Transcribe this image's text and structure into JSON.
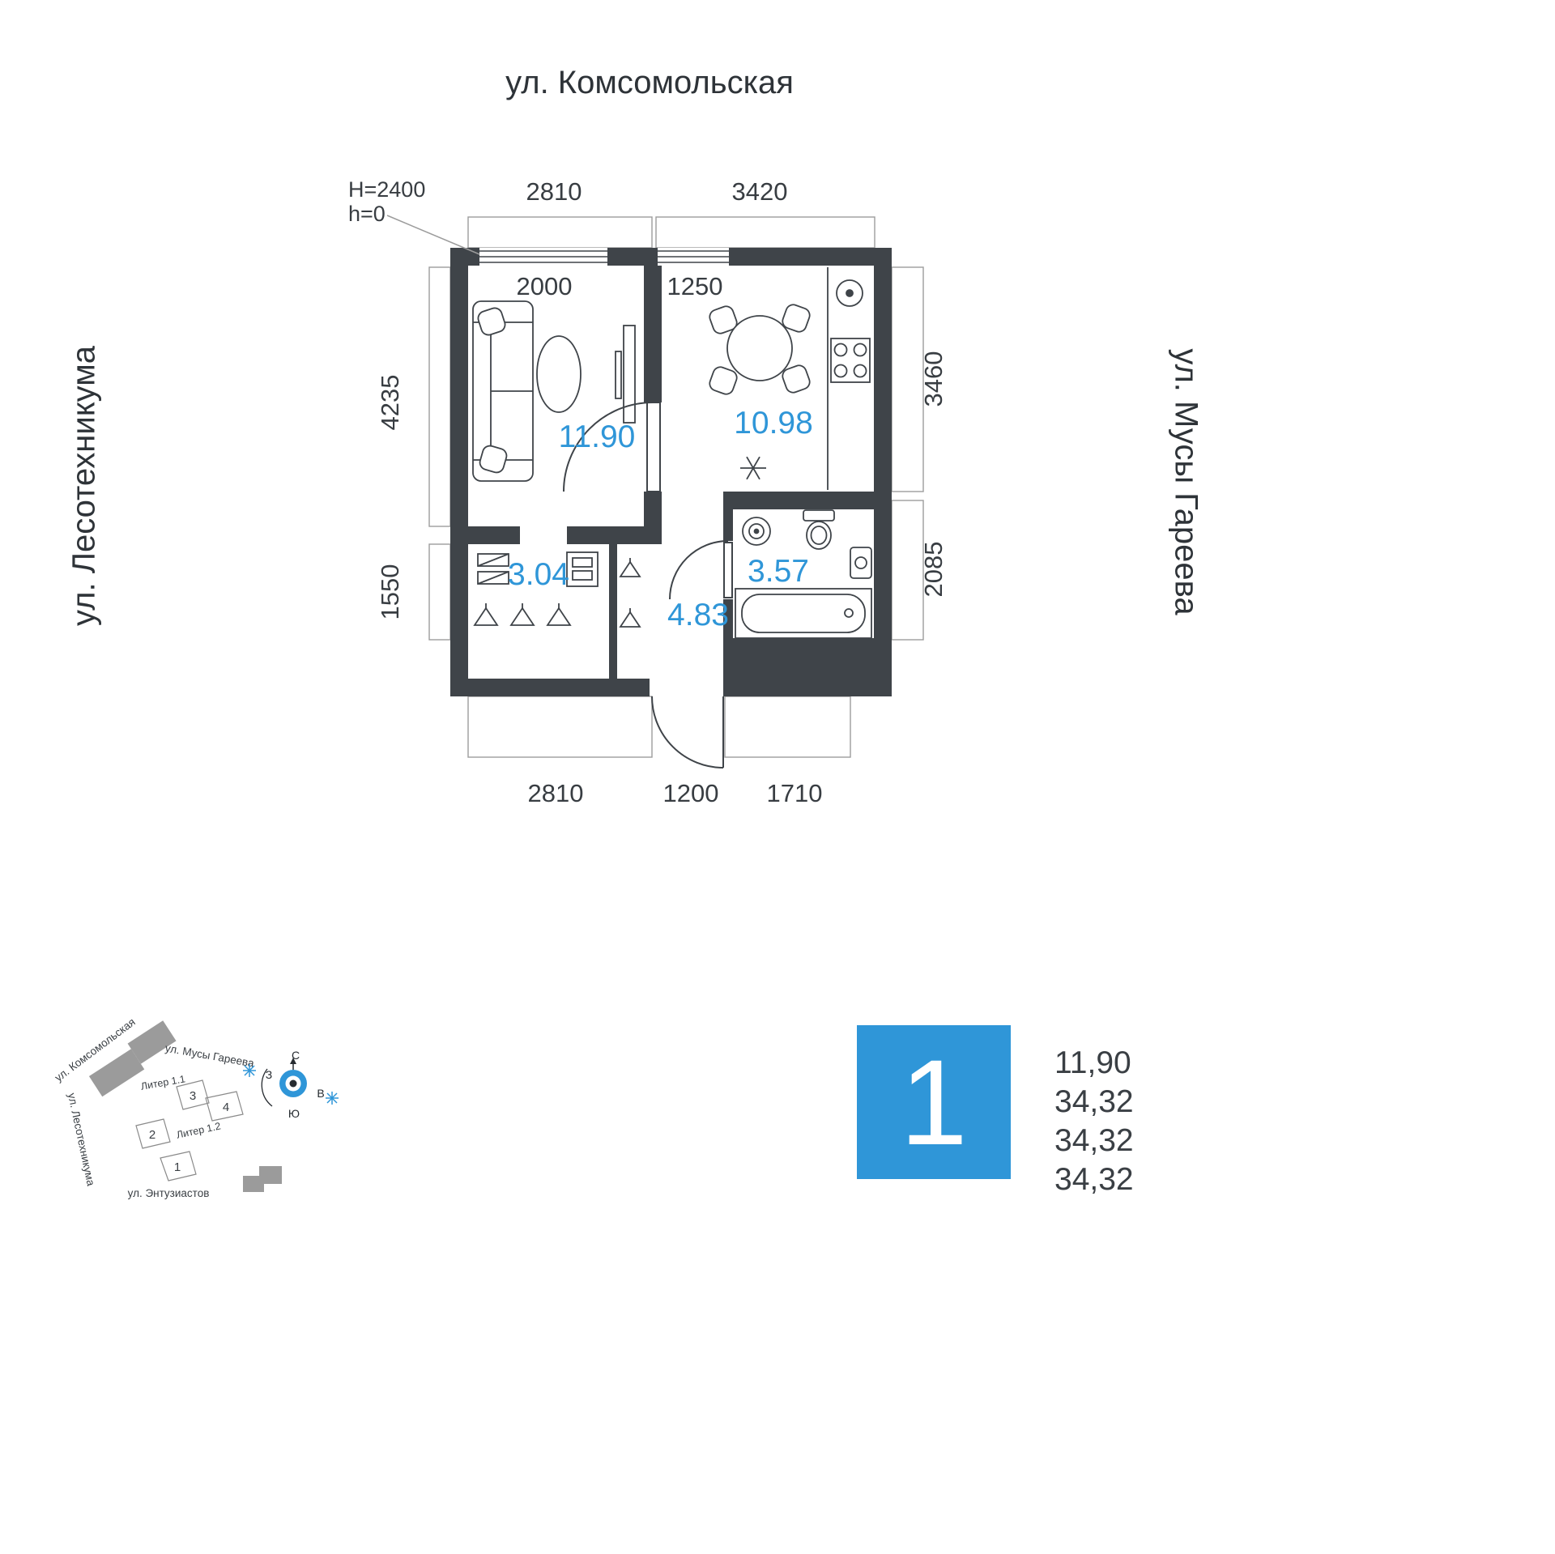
{
  "streets": {
    "top": "ул. Комсомольская",
    "left": "ул. Лесотехникума",
    "right": "ул. Мусы Гареева"
  },
  "plan": {
    "height_mark": "H=2400",
    "level_mark": "h=0",
    "dims": {
      "top_left": "2810",
      "top_right": "3420",
      "window_living": "2000",
      "window_kitchen": "1250",
      "left_upper": "4235",
      "left_lower": "1550",
      "right_upper": "3460",
      "right_lower": "2085",
      "bottom_left": "2810",
      "bottom_center": "1200",
      "bottom_right": "1710"
    },
    "areas": {
      "living_room": "11.90",
      "kitchen": "10.98",
      "wardrobe": "3.04",
      "hallway": "4.83",
      "bathroom": "3.57"
    }
  },
  "site_plan": {
    "street_komsomolskaya": "ул. Комсомольская",
    "street_musy_gareeva": "ул. Мусы Гареева",
    "street_lesotekhnikuma": "ул. Лесотехникума",
    "street_entuziastov": "ул. Энтузиастов",
    "liter_1_1": "Литер 1.1",
    "liter_1_2": "Литер 1.2",
    "sections": [
      "1",
      "2",
      "3",
      "4"
    ],
    "compass": {
      "north": "С",
      "south": "Ю",
      "west": "З",
      "east": "В"
    }
  },
  "summary": {
    "apartment_number": "1",
    "values": [
      "11,90",
      "34,32",
      "34,32",
      "34,32"
    ]
  },
  "colors": {
    "wall": "#3f4449",
    "accent": "#2f96d8",
    "outline_gray": "#9c9c9c",
    "text": "#383d42"
  }
}
